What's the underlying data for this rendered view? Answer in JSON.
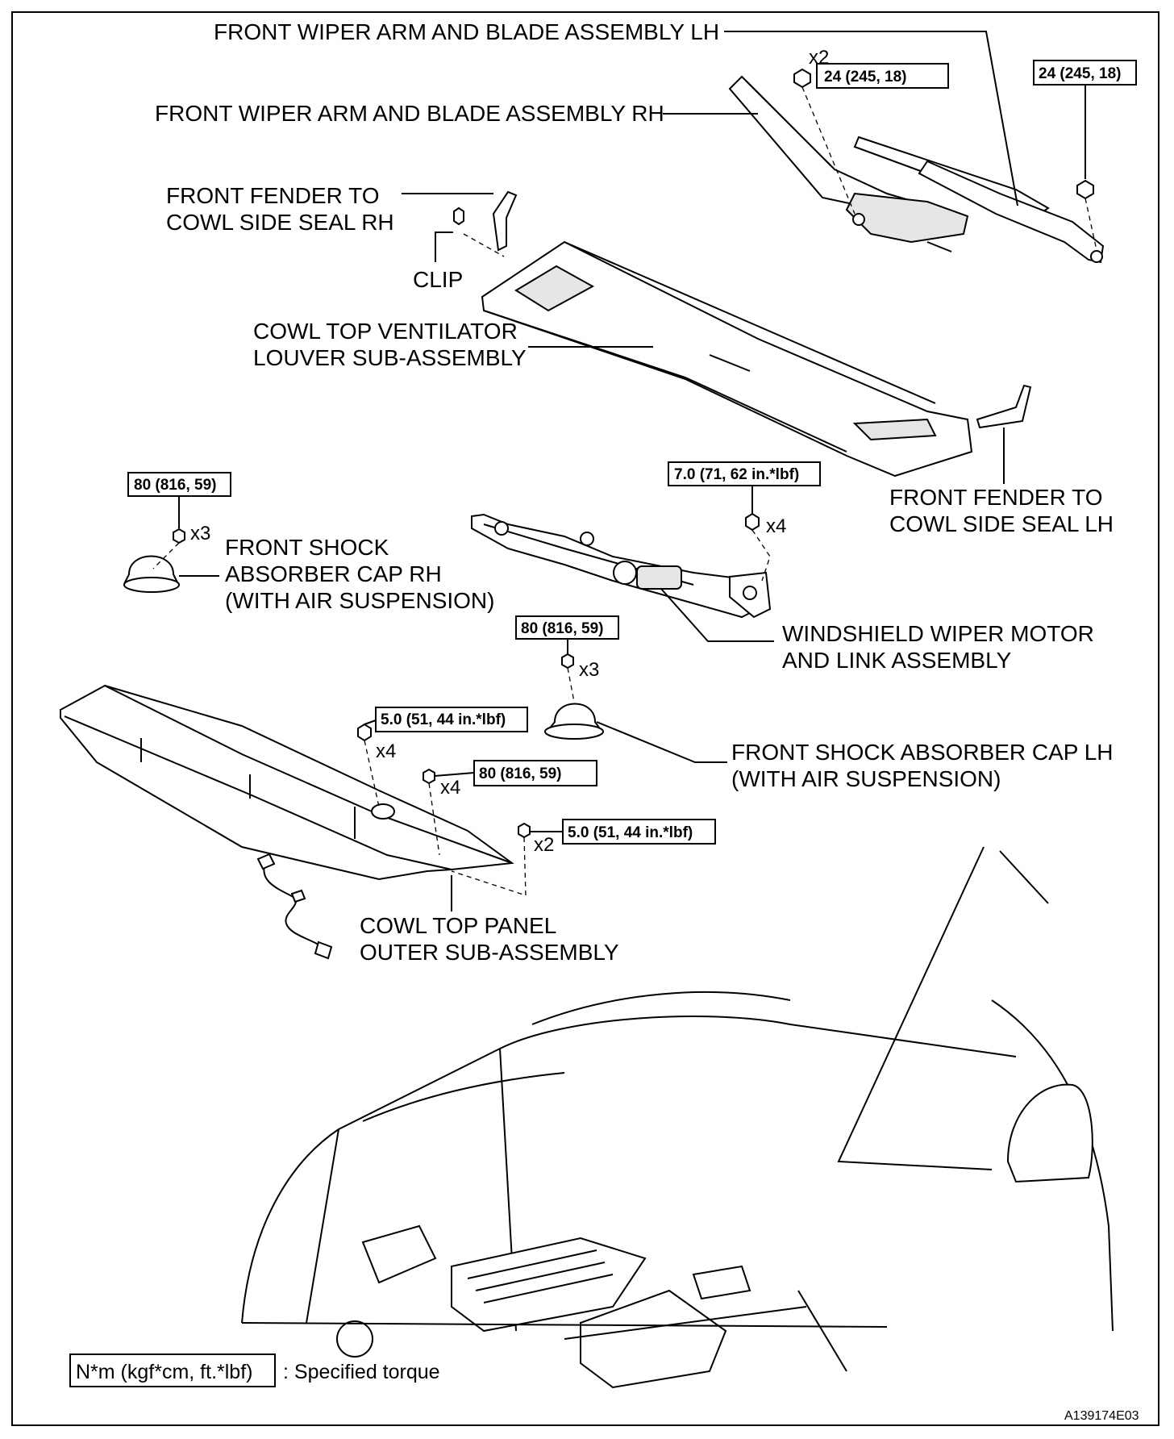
{
  "labels": {
    "wiper_lh": "FRONT WIPER ARM AND BLADE ASSEMBLY LH",
    "wiper_rh": "FRONT WIPER ARM AND BLADE ASSEMBLY RH",
    "seal_rh_1": "FRONT FENDER TO",
    "seal_rh_2": "COWL SIDE SEAL RH",
    "clip": "CLIP",
    "louver_1": "COWL TOP VENTILATOR",
    "louver_2": "LOUVER SUB-ASSEMBLY",
    "seal_lh_1": "FRONT FENDER TO",
    "seal_lh_2": "COWL SIDE SEAL LH",
    "cap_rh_1": "FRONT SHOCK",
    "cap_rh_2": "ABSORBER CAP RH",
    "cap_rh_3": "(WITH AIR SUSPENSION)",
    "motor_1": "WINDSHIELD WIPER MOTOR",
    "motor_2": "AND LINK ASSEMBLY",
    "cap_lh_1": "FRONT SHOCK ABSORBER CAP LH",
    "cap_lh_2": "(WITH AIR SUSPENSION)",
    "panel_1": "COWL TOP PANEL",
    "panel_2": "OUTER SUB-ASSEMBLY"
  },
  "torques": {
    "wiper_rh_nut": "24 (245, 18)",
    "wiper_lh_nut": "24 (245, 18)",
    "motor_bolt": "7.0 (71, 62 in.*lbf)",
    "cap_rh_nut": "80 (816, 59)",
    "cap_lh_nut": "80 (816, 59)",
    "panel_bolt_a": "5.0 (51, 44 in.*lbf)",
    "panel_nut": "80 (816, 59)",
    "panel_bolt_b": "5.0 (51, 44 in.*lbf)"
  },
  "counts": {
    "wiper_rh": "x2",
    "cap_rh": "x3",
    "motor": "x4",
    "cap_lh": "x3",
    "panel_bolt_a": "x4",
    "panel_nut": "x4",
    "panel_bolt_b": "x2"
  },
  "legend": {
    "box": "N*m (kgf*cm, ft.*lbf)",
    "text": ": Specified torque"
  },
  "figure_id": "A139174E03"
}
